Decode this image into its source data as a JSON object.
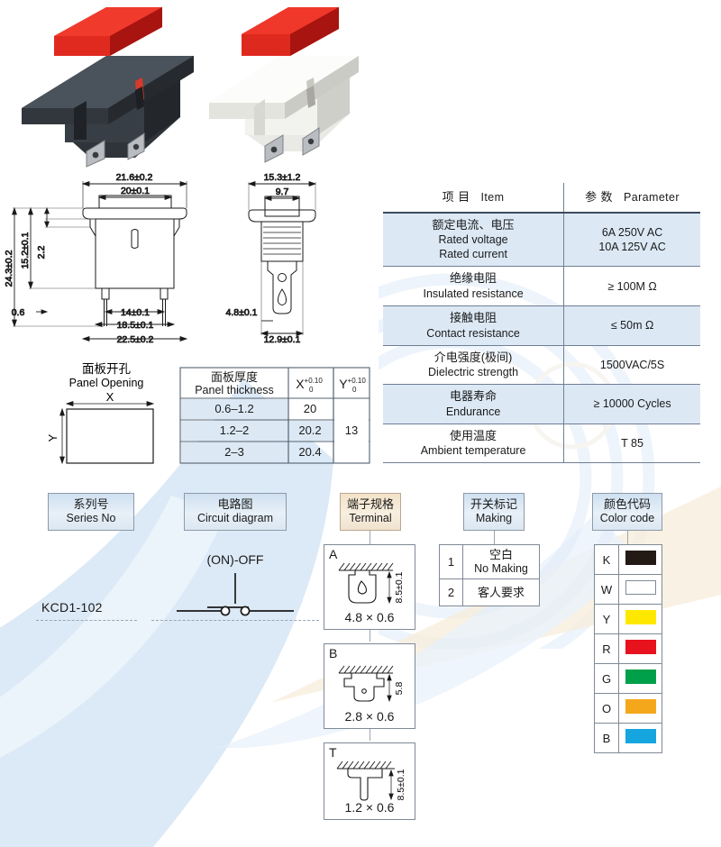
{
  "product": {
    "model": "KCD1-102",
    "photos": [
      {
        "name": "black-body-switch",
        "body_color": "#3a3f45",
        "button_color": "#e8231f"
      },
      {
        "name": "white-body-switch",
        "body_color": "#f2f2f0",
        "button_color": "#e8231f"
      }
    ]
  },
  "drawings": {
    "front_view": {
      "width_outer": "21.6±0.2",
      "width_inner": "20±0.1",
      "height_outer": "24.3±0.2",
      "height_inner": "15.2±0.1",
      "height_small": "2.2",
      "pin_thickness": "0.6",
      "pin_pitch": "14±0.1",
      "width_mid": "18.5±0.1",
      "width_base": "22.5±0.2"
    },
    "side_view": {
      "depth_top": "15.3±1.2",
      "cap_width": "9.7",
      "terminal_width": "4.8±0.1",
      "depth_base": "12.9±0.1"
    }
  },
  "panel_opening": {
    "title_cn": "面板开孔",
    "title_en": "Panel Opening",
    "axis_x": "X",
    "axis_y": "Y",
    "table": {
      "headers": [
        {
          "cn": "面板厚度",
          "en": "Panel thickness"
        },
        {
          "sym": "X",
          "tol_top": "+0.10",
          "tol_bot": "0"
        },
        {
          "sym": "Y",
          "tol_top": "+0.10",
          "tol_bot": "0"
        }
      ],
      "rows": [
        {
          "thickness": "0.6–1.2",
          "x": "20",
          "y": "13"
        },
        {
          "thickness": "1.2–2",
          "x": "20.2",
          "y": ""
        },
        {
          "thickness": "2–3",
          "x": "20.4",
          "y": ""
        }
      ]
    }
  },
  "spec_table": {
    "header": {
      "item_cn": "项 目",
      "item_en": "Item",
      "param_cn": "参 数",
      "param_en": "Parameter"
    },
    "rows": [
      {
        "item_cn": "额定电流、电压",
        "item_en_1": "Rated voltage",
        "item_en_2": "Rated current",
        "param_1": "6A   250V AC",
        "param_2": "10A 125V AC"
      },
      {
        "item_cn": "绝缘电阻",
        "item_en_1": "Insulated resistance",
        "param_1": "≥ 100M Ω"
      },
      {
        "item_cn": "接触电阻",
        "item_en_1": "Contact resistance",
        "param_1": "≤ 50m Ω"
      },
      {
        "item_cn": "介电强度(极间)",
        "item_en_1": "Dielectric strength",
        "param_1": "1500VAC/5S"
      },
      {
        "item_cn": "电器寿命",
        "item_en_1": "Endurance",
        "param_1": "≥ 10000 Cycles"
      },
      {
        "item_cn": "使用温度",
        "item_en_1": "Ambient temperature",
        "param_1": "T 85"
      }
    ]
  },
  "sections": {
    "series": {
      "cn": "系列号",
      "en": "Series No"
    },
    "circuit": {
      "cn": "电路图",
      "en": "Circuit diagram"
    },
    "terminal": {
      "cn": "端子规格",
      "en": "Terminal"
    },
    "making": {
      "cn": "开关标记",
      "en": "Making"
    },
    "color": {
      "cn": "颜色代码",
      "en": "Color code"
    }
  },
  "circuit": {
    "label": "(ON)-OFF"
  },
  "terminals": [
    {
      "code": "A",
      "dim": "4.8 × 0.6",
      "height": "8.5±0.1"
    },
    {
      "code": "B",
      "dim": "2.8 × 0.6",
      "height": "5.8"
    },
    {
      "code": "T",
      "dim": "1.2 × 0.6",
      "height": "8.5±0.1"
    }
  ],
  "making_options": [
    {
      "num": "1",
      "cn": "空白",
      "en": "No Making"
    },
    {
      "num": "2",
      "cn": "客人要求",
      "en": ""
    }
  ],
  "color_codes": [
    {
      "code": "K",
      "hex": "#231a16"
    },
    {
      "code": "W",
      "hex": "#ffffff"
    },
    {
      "code": "Y",
      "hex": "#ffe800"
    },
    {
      "code": "R",
      "hex": "#e8121e"
    },
    {
      "code": "G",
      "hex": "#00a04b"
    },
    {
      "code": "O",
      "hex": "#f5a71b"
    },
    {
      "code": "B",
      "hex": "#17a5e0"
    }
  ]
}
